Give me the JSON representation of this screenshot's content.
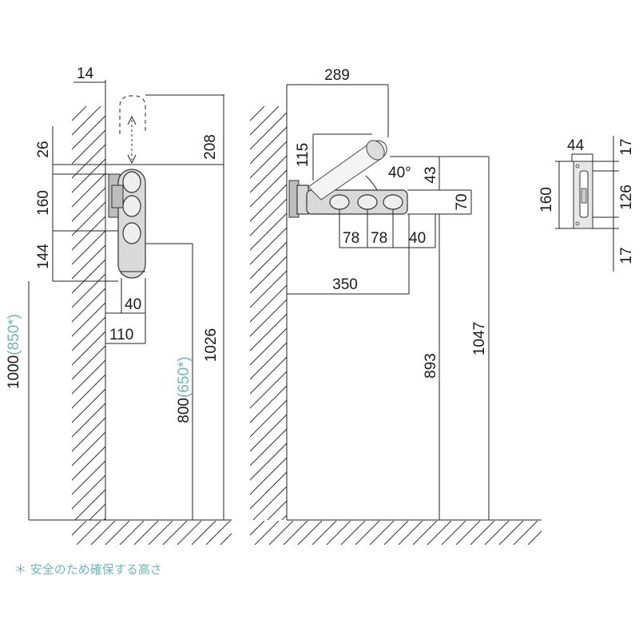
{
  "left_view": {
    "dims": {
      "d14": "14",
      "d208": "208",
      "d26": "26",
      "d160": "160",
      "d144": "144",
      "d40": "40",
      "d110": "110",
      "d1026": "1026",
      "d800": "800",
      "d800_alt": "(650*)",
      "d1000": "1000",
      "d1000_alt": "(850*)"
    }
  },
  "middle_view": {
    "dims": {
      "d289": "289",
      "d115": "115",
      "d40deg": "40°",
      "d43": "43",
      "d70": "70",
      "d78a": "78",
      "d78b": "78",
      "d40": "40",
      "d350": "350",
      "d893": "893",
      "d1047": "1047"
    }
  },
  "right_view": {
    "dims": {
      "d44": "44",
      "d17top": "17",
      "d160": "160",
      "d126": "126",
      "d17bot": "17"
    }
  },
  "footnote": "＊ 安全のため確保する高さ",
  "colors": {
    "ink": "#1a1a1a",
    "teal": "#6fb7b4"
  }
}
